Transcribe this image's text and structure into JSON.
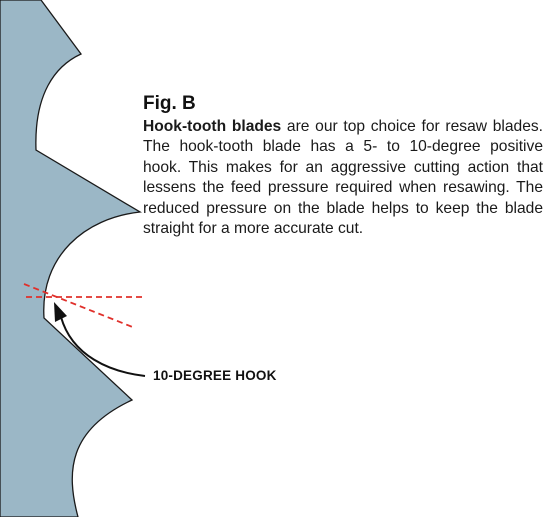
{
  "figure": {
    "title": "Fig. B",
    "caption_lead": "Hook-tooth blades",
    "caption_rest": " are our top choice for resaw blades. The hook-tooth blade has a 5- to 10-degree positive hook. This makes for an aggressive cutting action that lessens the feed pressure required when resawing. The reduced pressure on the blade helps to keep the blade straight for a more accurate cut.",
    "callout_label": "10-DEGREE HOOK"
  },
  "colors": {
    "blade": "#9bb7c6",
    "blade_outline": "#1a1a1a",
    "guide_lines": "#e0302b",
    "arrow": "#111111"
  }
}
